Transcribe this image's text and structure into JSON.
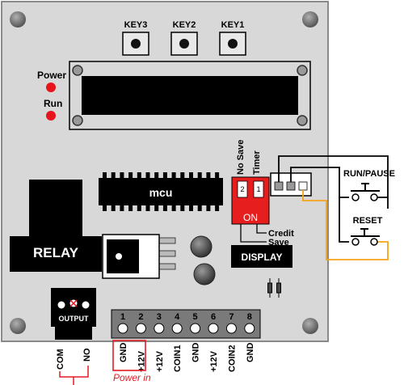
{
  "keys": [
    "KEY3",
    "KEY2",
    "KEY1"
  ],
  "indicators": {
    "power": "Power",
    "run": "Run"
  },
  "mcu_label": "mcu",
  "dip": {
    "numbers": [
      "2",
      "1"
    ],
    "on_label": "ON",
    "top_labels": {
      "no_save": "No Save",
      "timer": "Timer"
    },
    "bottom_labels": {
      "credit": "Credit",
      "save": "Save"
    }
  },
  "relay_label": "RELAY",
  "display_label": "DISPLAY",
  "output": {
    "title": "OUTPUT",
    "terminals": [
      "COM",
      "NO"
    ]
  },
  "terminal_block": {
    "numbers": [
      "1",
      "2",
      "3",
      "4",
      "5",
      "6",
      "7",
      "8"
    ],
    "labels": [
      "GND",
      "+12V",
      "+12V",
      "COIN1",
      "GND",
      "+12V",
      "COIN2",
      "GND"
    ]
  },
  "power_in_label": "Power in",
  "buttons": {
    "run_pause": "RUN/PAUSE",
    "reset": "RESET"
  },
  "colors": {
    "board": "#d8d8d8",
    "led": "#e8141c",
    "dip": "#e61e1e",
    "wire_orange": "#f5a31a",
    "power_in": "#e31b23",
    "black": "#000000"
  }
}
